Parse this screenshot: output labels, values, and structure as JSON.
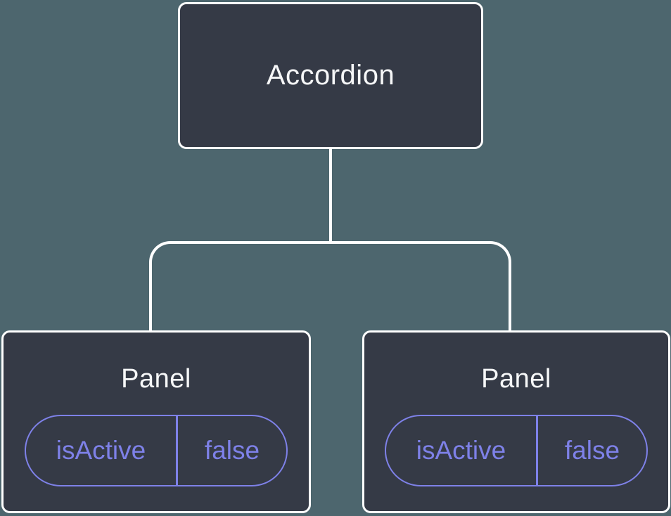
{
  "diagram": {
    "root": {
      "label": "Accordion"
    },
    "children": [
      {
        "label": "Panel",
        "state": {
          "name": "isActive",
          "value": "false"
        }
      },
      {
        "label": "Panel",
        "state": {
          "name": "isActive",
          "value": "false"
        }
      }
    ]
  },
  "colors": {
    "background": "#4D666E",
    "node_fill": "#353A46",
    "node_border": "#FFFFFF",
    "connector": "#FFFFFF",
    "state_accent": "#7E81E8",
    "label_text": "#F6F7F8"
  }
}
